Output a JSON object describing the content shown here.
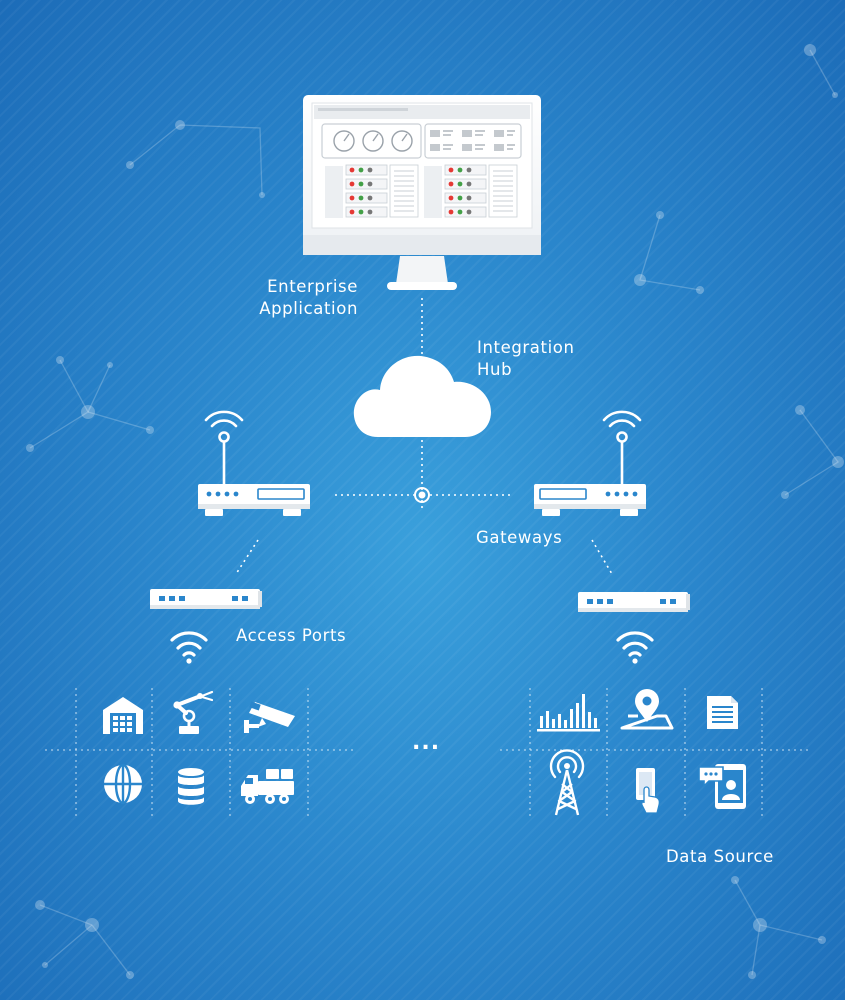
{
  "labels": {
    "enterprise": [
      "Enterprise",
      "Application"
    ],
    "hub": [
      "Integration",
      "Hub"
    ],
    "gateways": "Gateways",
    "access_ports": "Access Ports",
    "data_source": "Data Source",
    "ellipsis": "..."
  },
  "icons": {
    "left_grid": [
      "warehouse-icon",
      "robot-arm-icon",
      "security-camera-icon",
      "globe-icon",
      "database-icon",
      "truck-icon"
    ],
    "right_grid": [
      "bar-chart-icon",
      "map-pin-icon",
      "document-icon",
      "cell-tower-icon",
      "touch-phone-icon",
      "video-chat-icon"
    ]
  },
  "colors": {
    "background": "#2a86cc",
    "foreground": "#ffffff",
    "status_red": "#e53935",
    "status_green": "#43a047"
  }
}
